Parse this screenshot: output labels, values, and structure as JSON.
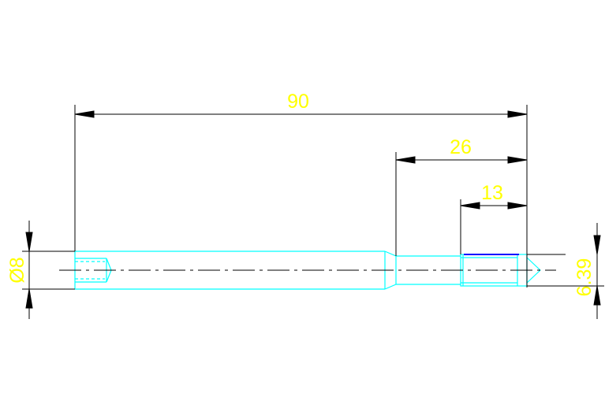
{
  "drawing": {
    "dimensions": {
      "overall_length": "90",
      "step_length": "26",
      "tip_length": "13",
      "shank_diameter": "Ø8",
      "tip_diameter": "6.39"
    },
    "colors": {
      "background": "#ffffff",
      "dimension_line": "#000000",
      "dimension_text": "#ffff00",
      "part_outline": "#00ffff",
      "highlight_edge": "#0000ff"
    }
  }
}
